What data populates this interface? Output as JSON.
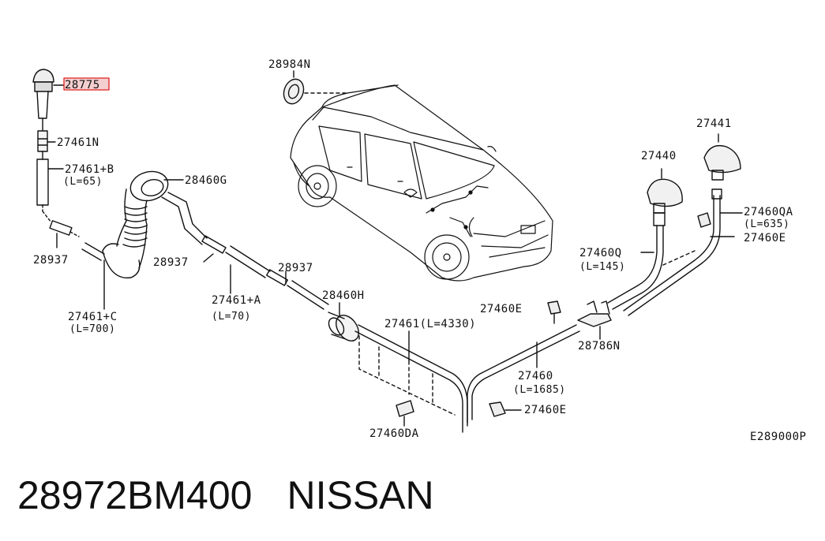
{
  "diagram": {
    "code": "E289000P",
    "parts": {
      "p28775": "28775",
      "p28984N": "28984N",
      "p27461N": "27461N",
      "p27461B": "27461+B",
      "p27461B_len": "(L=65)",
      "p28460G": "28460G",
      "p28937_a": "28937",
      "p28937_b": "28937",
      "p28937_c": "28937",
      "p27461C": "27461+C",
      "p27461C_len": "(L=700)",
      "p27461A": "27461+A",
      "p27461A_len": "(L=70)",
      "p28460H": "28460H",
      "p27461": "27461(L=4330)",
      "p27460DA": "27460DA",
      "p27460": "27460",
      "p27460_len": "(L=1685)",
      "p27460E_a": "27460E",
      "p27460E_b": "27460E",
      "p27460E_c": "27460E",
      "p28786N": "28786N",
      "p27460Q": "27460Q",
      "p27460Q_len": "(L=145)",
      "p27440": "27440",
      "p27441": "27441",
      "p27460QA": "27460QA",
      "p27460QA_len": "(L=635)"
    },
    "highlight_color": "#e02020"
  },
  "caption": {
    "part_number": "28972BM400",
    "brand": "NISSAN"
  }
}
